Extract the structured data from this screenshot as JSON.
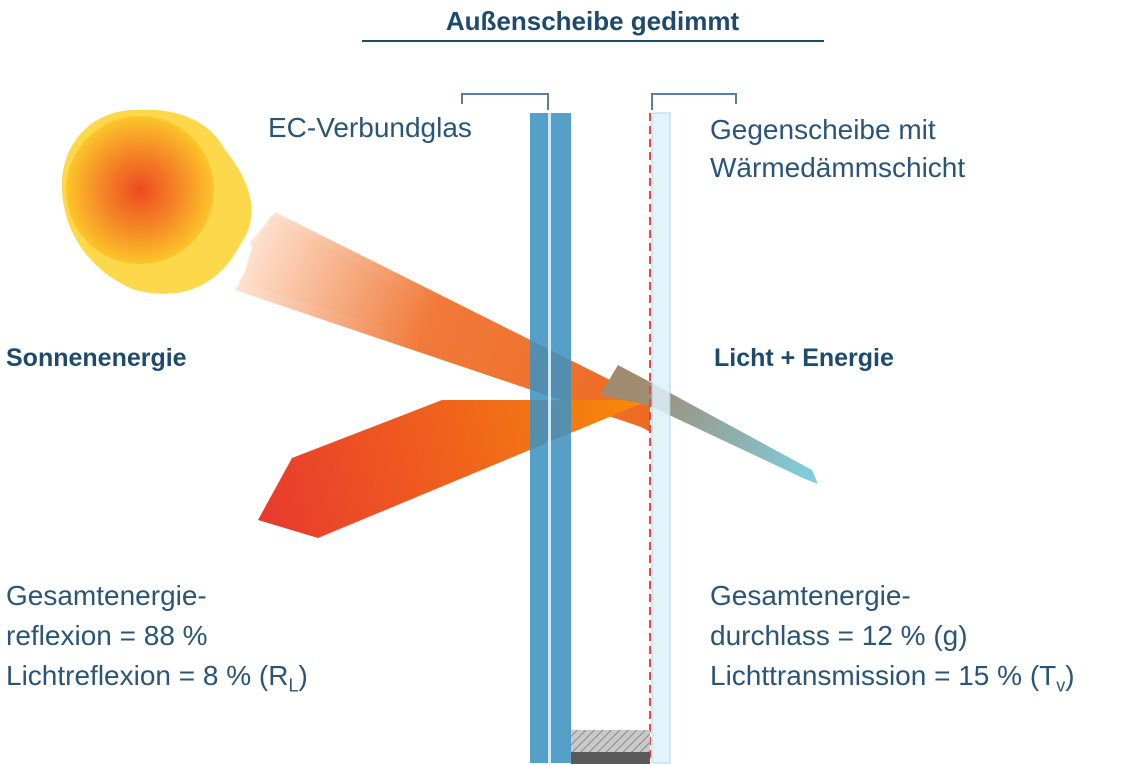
{
  "title": "Außenscheibe gedimmt",
  "labels": {
    "ec_glass": "EC-Verbundglas",
    "counter_pane_line1": "Gegenscheibe mit",
    "counter_pane_line2": "Wärmedämmschicht",
    "solar_energy": "Sonnenenergie",
    "light_energy": "Licht + Energie"
  },
  "reflection": {
    "line1": "Gesamtenergie-",
    "line2": "reflexion = 88 %",
    "line3_prefix": "Lichtreflexion = 8 % (R",
    "line3_sub": "L",
    "line3_suffix": ")"
  },
  "transmission": {
    "line1": "Gesamtenergie-",
    "line2": "durchlass = 12 % (g)",
    "line3_prefix": "Lichttransmission = 15 % (T",
    "line3_sub": "v",
    "line3_suffix": ")"
  },
  "colors": {
    "text": "#1e4a6e",
    "glass_outer": "#3f90bf",
    "glass_inner": "#dff1fa",
    "coating_line": "#e8474a",
    "sun_core": "#ee5a24",
    "sun_rim": "#fbd34a"
  }
}
